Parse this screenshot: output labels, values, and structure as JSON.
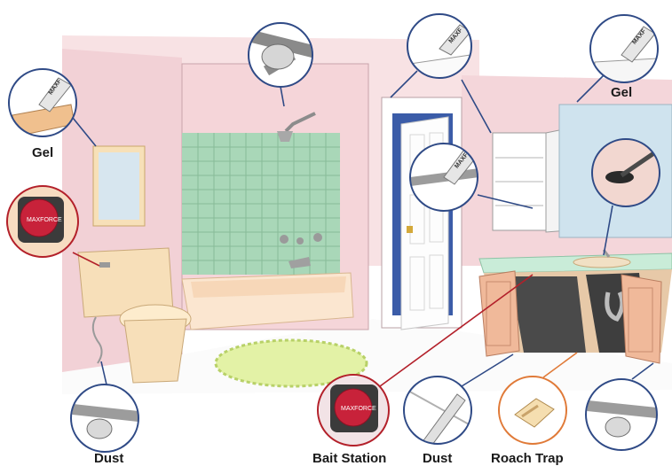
{
  "labels": {
    "gel_left": "Gel",
    "gel_right": "Gel",
    "dust_left": "Dust",
    "bait_station": "Bait Station",
    "dust_mid": "Dust",
    "roach_trap": "Roach Trap"
  },
  "colors": {
    "wall_pink": "#f4d3d8",
    "tile_green": "#a9d7b8",
    "callout_blue": "#2f4a86",
    "callout_red": "#b3202a",
    "callout_orange": "#e07a38",
    "bait_red": "#c8223a",
    "floor": "#ffffff"
  },
  "icons": [
    "gel-applicator-icon",
    "bait-station-icon",
    "dust-applicator-icon",
    "roach-trap-icon"
  ]
}
